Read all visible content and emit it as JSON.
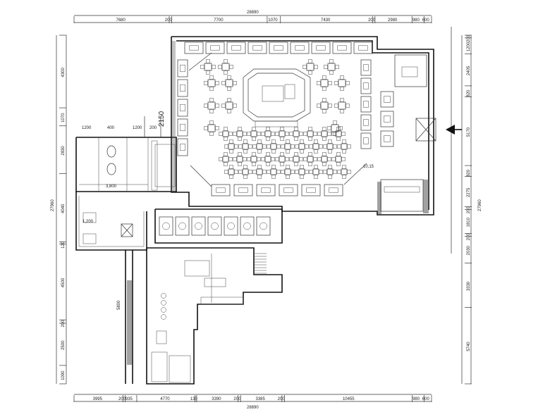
{
  "top_dimensions": {
    "total": "28890",
    "segments": [
      "7680",
      "200",
      "7700",
      "1070",
      "7430",
      "200",
      "2980",
      "980",
      "600"
    ]
  },
  "bottom_dimensions": {
    "total": "28890",
    "segments": [
      "3995",
      "200",
      "935",
      "4770",
      "130",
      "3390",
      "200",
      "3385",
      "200",
      "10455",
      "980",
      "600"
    ]
  },
  "left_dimensions": {
    "total": "27960",
    "segments": [
      "4300",
      "1070",
      "2830",
      "4040",
      "120",
      "4500",
      "200",
      "2500",
      "1090"
    ]
  },
  "right_dimensions": {
    "total": "27960",
    "segments": [
      "200",
      "1200",
      "2405",
      "820",
      "5170",
      "820",
      "2275",
      "200",
      "1810",
      "200",
      "2030",
      "3330",
      "5740"
    ]
  },
  "plan_labels": {
    "stair_level": "2150",
    "restroom_widths": [
      "1200",
      "400",
      "1200",
      "200"
    ],
    "restroom_depth": "3,800",
    "corridor_width": "1,200",
    "kitchen_height": "5800",
    "entry_label": "10,15"
  },
  "colors": {
    "line": "#333333",
    "wall": "#111111",
    "background": "#ffffff"
  }
}
